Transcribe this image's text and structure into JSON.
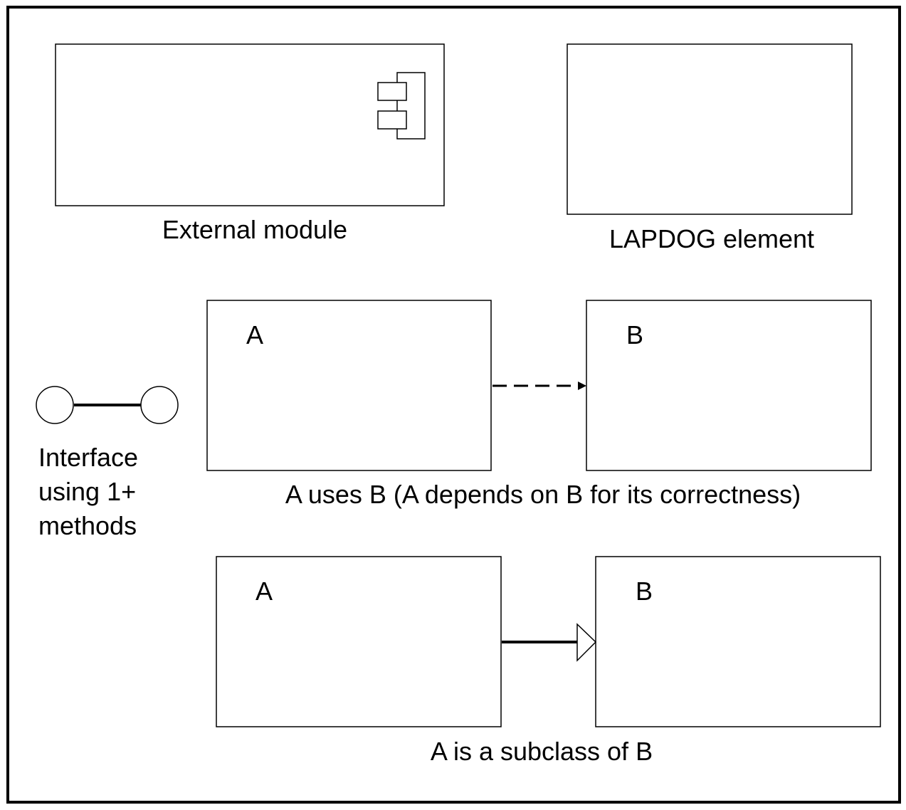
{
  "legend": {
    "external_module": {
      "caption": "External module",
      "icon": "component-icon"
    },
    "lapdog_element": {
      "caption": "LAPDOG element"
    },
    "interface": {
      "caption_lines": [
        "Interface",
        "using 1+",
        "methods"
      ],
      "icon": "interface-lollipop-icon"
    },
    "uses": {
      "box_a": "A",
      "box_b": "B",
      "caption": "A uses B (A depends on B for its correctness)",
      "arrow": "dashed-dependency-arrow"
    },
    "subclass": {
      "box_a": "A",
      "box_b": "B",
      "caption": "A is a subclass of B",
      "arrow": "hollow-triangle-generalization-arrow"
    }
  },
  "colors": {
    "stroke": "#000000",
    "background": "#ffffff"
  }
}
